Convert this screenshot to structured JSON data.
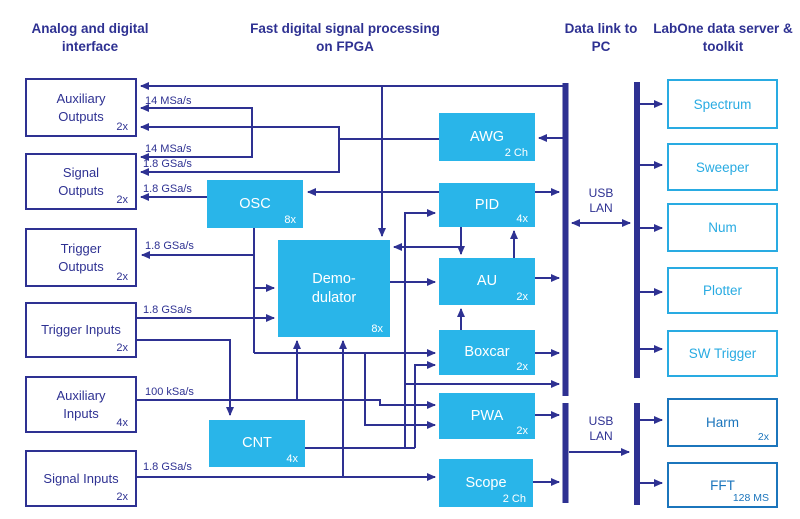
{
  "headers": {
    "interface": "Analog and digital interface",
    "fpga": "Fast digital signal processing on FPGA",
    "datalink": "Data link to PC",
    "labone": "LabOne data server & toolkit"
  },
  "io_boxes": [
    {
      "label": "Auxiliary Outputs",
      "count": "2x"
    },
    {
      "label": "Signal Outputs",
      "count": "2x"
    },
    {
      "label": "Trigger Outputs",
      "count": "2x"
    },
    {
      "label": "Trigger Inputs",
      "count": "2x"
    },
    {
      "label": "Auxiliary Inputs",
      "count": "4x"
    },
    {
      "label": "Signal Inputs",
      "count": "2x"
    }
  ],
  "fpga_blocks": [
    {
      "label": "AWG",
      "count": "2 Ch"
    },
    {
      "label": "OSC",
      "count": "8x"
    },
    {
      "label": "PID",
      "count": "4x"
    },
    {
      "label": "Demo-dulator",
      "count": "8x"
    },
    {
      "label": "AU",
      "count": "2x"
    },
    {
      "label": "Boxcar",
      "count": "2x"
    },
    {
      "label": "CNT",
      "count": "4x"
    },
    {
      "label": "PWA",
      "count": "2x"
    },
    {
      "label": "Scope",
      "count": "2 Ch"
    }
  ],
  "toolkit_boxes": [
    {
      "label": "Spectrum"
    },
    {
      "label": "Sweeper"
    },
    {
      "label": "Num"
    },
    {
      "label": "Plotter"
    },
    {
      "label": "SW Trigger"
    },
    {
      "label": "Harm",
      "count": "2x"
    },
    {
      "label": "FFT",
      "count": "128 MS"
    }
  ],
  "rate_labels": [
    "14 MSa/s",
    "14 MSa/s",
    "1.8 GSa/s",
    "1.8 GSa/s",
    "1.8 GSa/s",
    "1.8 GSa/s",
    "100 kSa/s",
    "1.8 GSa/s"
  ],
  "data_link": {
    "top": {
      "line1": "USB",
      "line2": "LAN"
    },
    "bottom": {
      "line1": "USB",
      "line2": "LAN"
    }
  },
  "colors": {
    "navy": "#2e3192",
    "cyan": "#29abe2",
    "cyan_fill": "#29b5e9",
    "deep_blue": "#1b75bc"
  }
}
